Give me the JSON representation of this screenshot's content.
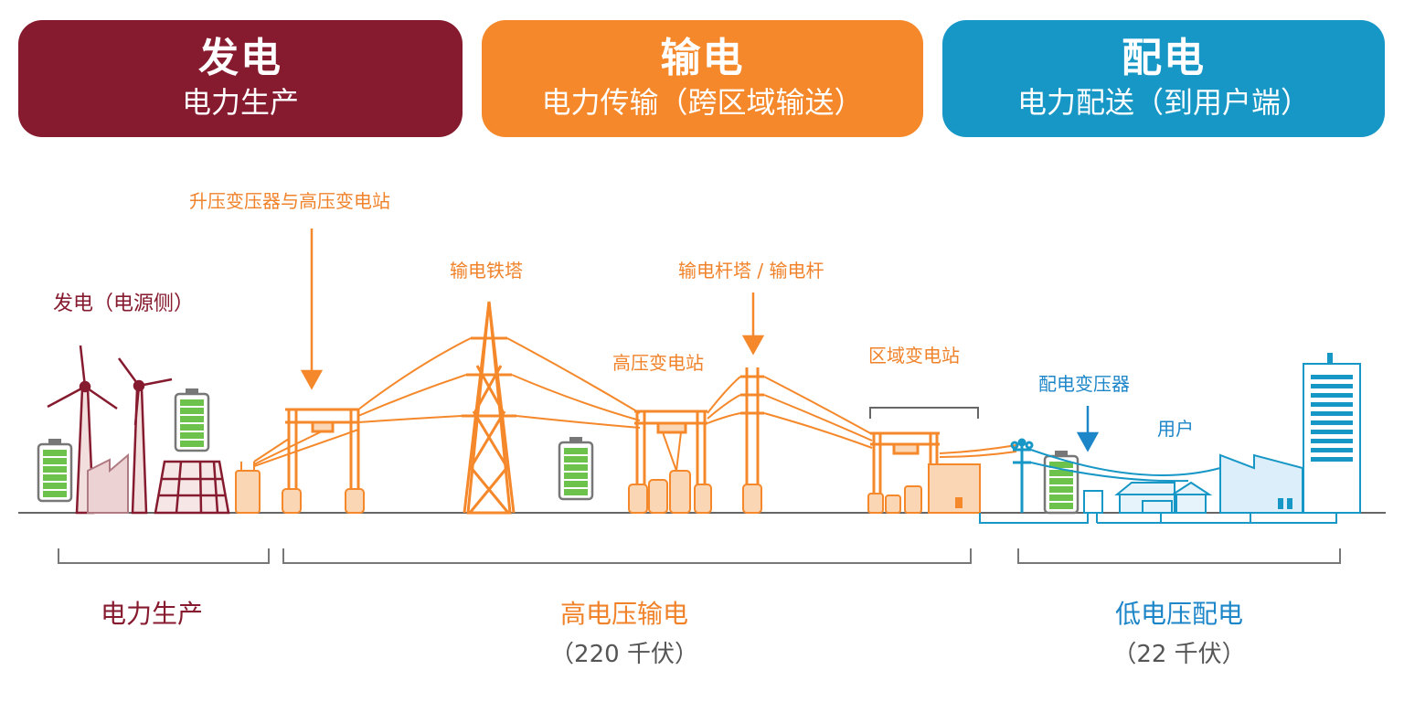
{
  "headers": {
    "generation": {
      "title": "发电",
      "subtitle": "电力生产"
    },
    "transmission": {
      "title": "输电",
      "subtitle": "电力传输（跨区域输送）"
    },
    "distribution": {
      "title": "配电",
      "subtitle": "电力配送（到用户端）"
    }
  },
  "labels": {
    "power_source": "发电（电源侧）",
    "step_up": "升压变压器与高压变电站",
    "tower": "输电铁塔",
    "hv_substation": "高压变电站",
    "pole_tower": "输电杆塔 / 输电杆",
    "regional_substation": "区域变电站",
    "dist_transformer": "配电变压器",
    "user": "用户"
  },
  "sections": {
    "production": {
      "label": "电力生产"
    },
    "hv_transmission": {
      "label": "高电压输电",
      "voltage": "（220 千伏）"
    },
    "lv_distribution": {
      "label": "低电压配电",
      "voltage": "（22 千伏）"
    }
  },
  "colors": {
    "maroon": "#861a2e",
    "orange": "#f5882a",
    "blue": "#1797c6",
    "battery_green": "#6cc24a"
  }
}
